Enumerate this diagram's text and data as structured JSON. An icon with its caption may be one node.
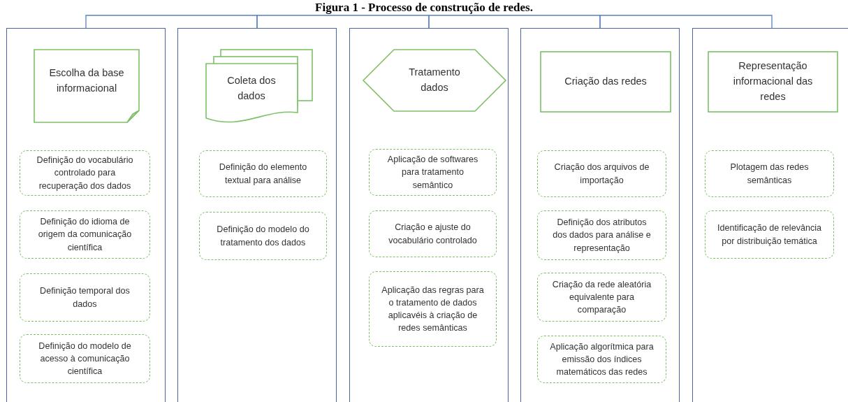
{
  "diagram": {
    "title": "Figura 1 - Processo de construção de redes.",
    "nodes": [
      {
        "text": [],
        "shape": "box"
      },
      {
        "text": [
          "Escolha da base informacional"
        ],
        "in": 0
      },
      {
        "text": [
          "Definição do vocabulário controlado para recuperação dos dados"
        ],
        "in": 0
      },
      {
        "text": [
          "Definição do idioma de origem da comunicação científica"
        ],
        "in": 0
      },
      {
        "text": [
          "Definição temporal dos dados"
        ],
        "in": 0
      },
      {
        "text": [
          "Definição do modelo de acesso à comunicação científica"
        ],
        "in": 0
      },
      {
        "text": [],
        "shape": "box"
      },
      {
        "text": [
          "Coleta dos dados"
        ],
        "in": 6
      },
      {
        "text": [
          "Definição do elemento textual para análise"
        ],
        "in": 6
      },
      {
        "text": [
          "Definição do modelo do tratamento dos dados"
        ],
        "in": 6
      },
      {
        "text": [],
        "shape": "box"
      },
      {
        "text": [
          "Tratamento dados"
        ],
        "in": 10
      },
      {
        "text": [
          "Aplicação de softwares para tratamento semântico"
        ],
        "in": 10
      },
      {
        "text": [
          "Criação e ajuste do vocabulário controlado"
        ],
        "in": 10
      },
      {
        "text": [
          "Aplicação das regras para o tratamento de dados aplicavéis à criação de redes semânticas"
        ],
        "in": 10
      },
      {
        "text": [],
        "shape": "box"
      },
      {
        "text": [
          "Criação das redes"
        ],
        "in": 15
      },
      {
        "text": [
          "Criação dos arquivos de importação"
        ],
        "in": 15
      },
      {
        "text": [
          "Definição dos atributos dos dados para análise e representação"
        ],
        "in": 15
      },
      {
        "text": [
          "Criação da rede aleatória equivalente para comparação"
        ],
        "in": 15
      },
      {
        "text": [
          "Aplicação algorítmica para emissão dos índices matemáticos das redes"
        ],
        "in": 15
      },
      {
        "text": [],
        "shape": "box"
      },
      {
        "text": [
          "Representação informacional das redes"
        ],
        "in": 21
      },
      {
        "text": [
          "Plotagem das redes semânticas"
        ],
        "in": 21
      },
      {
        "text": [
          "Identificação de relevância por distribuição temática"
        ],
        "in": 21
      }
    ],
    "edges": [
      {
        "from": 0,
        "to": 6,
        "arrow": "none"
      },
      {
        "from": 6,
        "to": 10,
        "arrow": "none"
      },
      {
        "from": 10,
        "to": 15,
        "arrow": "none"
      },
      {
        "from": 15,
        "to": 21,
        "arrow": "none"
      }
    ]
  }
}
